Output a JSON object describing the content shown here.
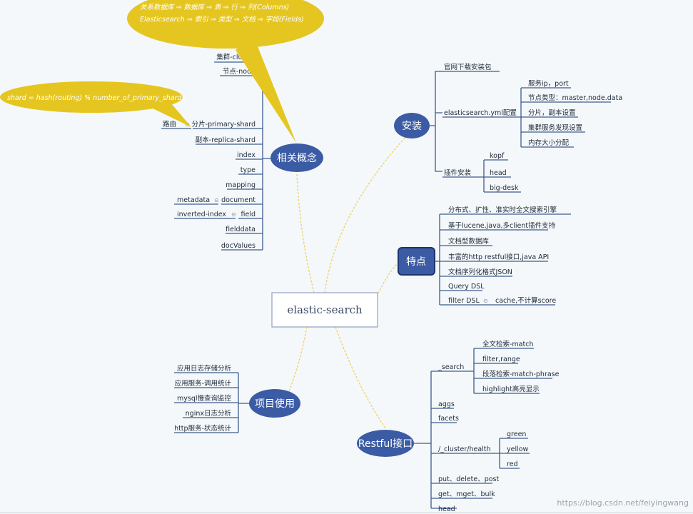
{
  "center": {
    "label": "elastic-search"
  },
  "topics": {
    "install": {
      "label": "安装",
      "items": {
        "download": "官网下载安装包",
        "config": "elasticsearch.yml配置",
        "config_children": [
          "服务ip，port",
          "节点类型：master,node.data",
          "分片，副本设置",
          "集群服务发现设置",
          "内存大小分配"
        ],
        "plugins": "插件安装",
        "plugin_children": [
          "kopf",
          "head",
          "big-desk"
        ]
      }
    },
    "features": {
      "label": "特点",
      "items": [
        "分布式、扩性、准实时全文搜索引擎",
        "基于lucene,java,多client插件支持",
        "文档型数据库",
        "丰富的http restful接口,java API",
        "文档序列化格式JSON",
        "Query DSL",
        "filter DSL"
      ],
      "filter_child": "cache,不计算score"
    },
    "concepts": {
      "label": "相关概念",
      "items": [
        "集群-cluster",
        "节点-node",
        "分片-primary-shard",
        "副本-replica-shard",
        "index",
        "type",
        "mapping",
        "document",
        "field",
        "fielddata",
        "docValues"
      ],
      "routing": "路由",
      "metadata": "metadata",
      "inverted": "inverted-index"
    },
    "restful": {
      "label": "Restful接口",
      "search": "_search",
      "search_children": [
        "全文检索-match",
        "filter,range",
        "段落检索-match-phrase",
        "highlight高亮显示"
      ],
      "items": [
        "aggs",
        "facets",
        "/_cluster/health",
        "put、delete、post",
        "get、mget、bulk",
        "head"
      ],
      "health_children": [
        "green",
        "yellow",
        "red"
      ]
    },
    "usage": {
      "label": "项目使用",
      "items": [
        "应用日志存储分析",
        "应用服务-调用统计",
        "mysql慢查询监控",
        "nginx日志分析",
        "http服务-状态统计"
      ]
    }
  },
  "callouts": {
    "mapping": [
      "关系数据库 ⇒ 数据库 ⇒ 表 ⇒ 行 ⇒ 列(Columns)",
      "Elasticsearch ⇒ 索引 ⇒ 类型 ⇒ 文档 ⇒ 字段(Fields)"
    ],
    "shard": "shard = hash(routing) % number_of_primary_shards"
  },
  "watermark": "https://blog.csdn.net/feiyingwang",
  "colors": {
    "topic": "#3b5ba4",
    "callout": "#e5c620",
    "line": "#3d5b8e",
    "connector": "#f0d060"
  }
}
